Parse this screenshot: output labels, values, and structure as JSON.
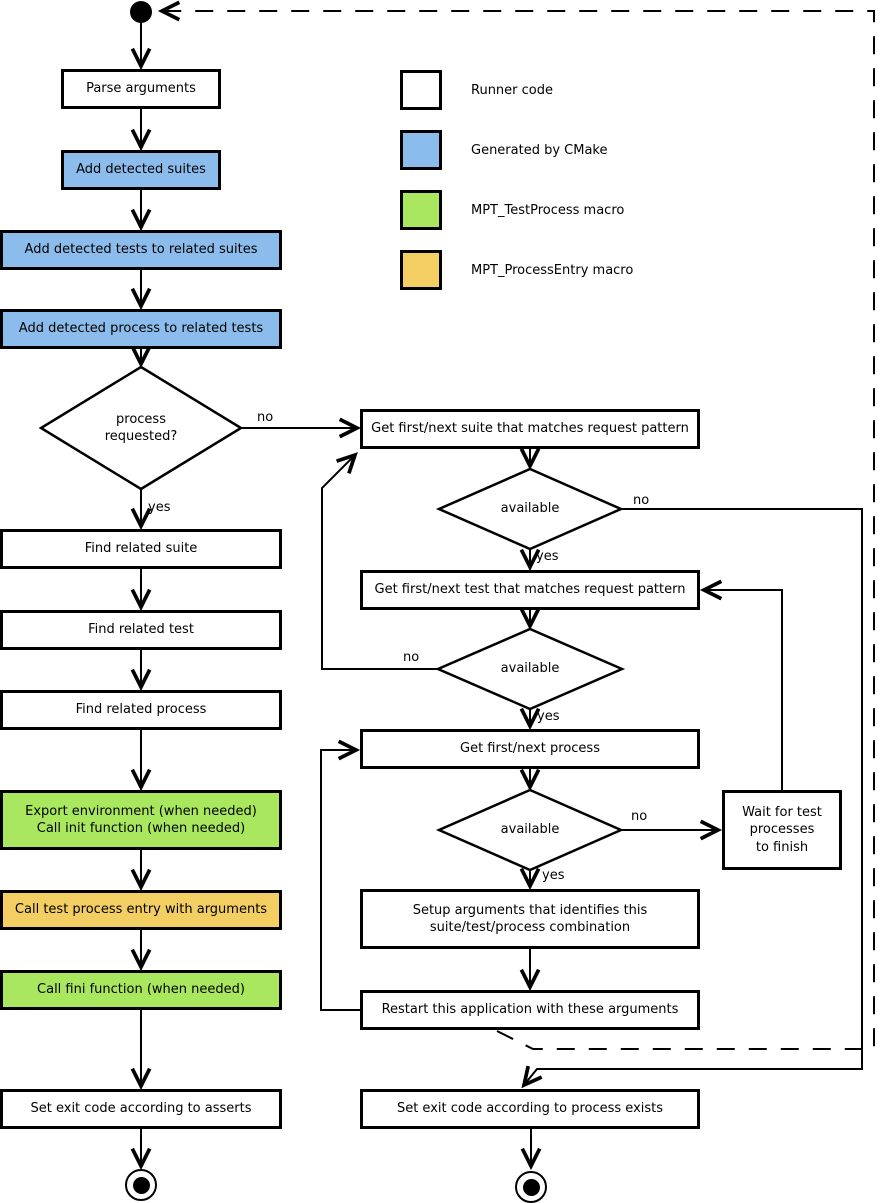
{
  "legend": {
    "items": [
      {
        "label": "Runner code",
        "color": "#ffffff"
      },
      {
        "label": "Generated by CMake",
        "color": "#8cbcec"
      },
      {
        "label": "MPT_TestProcess macro",
        "color": "#a9e75f"
      },
      {
        "label": "MPT_ProcessEntry macro",
        "color": "#f3cf63"
      }
    ]
  },
  "colors": {
    "runner": "#ffffff",
    "cmake": "#8cbcec",
    "test_process_macro": "#a9e75f",
    "process_entry_macro": "#f3cf63",
    "line": "#000000"
  },
  "nodes": {
    "parse_arguments": "Parse arguments",
    "add_detected_suites": "Add detected suites",
    "add_detected_tests": "Add detected tests to related suites",
    "add_detected_process": "Add detected process to related tests",
    "process_requested_lines": [
      "process",
      "requested?"
    ],
    "find_related_suite": "Find related suite",
    "find_related_test": "Find related test",
    "find_related_process": "Find related process",
    "export_env_lines": [
      "Export environment (when needed)",
      "Call init function (when needed)"
    ],
    "call_test_entry": "Call test process entry with arguments",
    "call_fini": "Call fini function (when needed)",
    "set_exit_asserts": "Set exit code according to asserts",
    "get_suite": "Get first/next suite that matches request pattern",
    "available": "available",
    "get_test": "Get first/next test that matches request pattern",
    "get_process": "Get first/next process",
    "wait_lines": [
      "Wait for test",
      "processes",
      "to finish"
    ],
    "setup_args_lines": [
      "Setup arguments that identifies this",
      "suite/test/process combination"
    ],
    "restart": "Restart this application with these arguments",
    "set_exit_process": "Set exit code according to process exists"
  },
  "edge_labels": {
    "yes": "yes",
    "no": "no"
  }
}
